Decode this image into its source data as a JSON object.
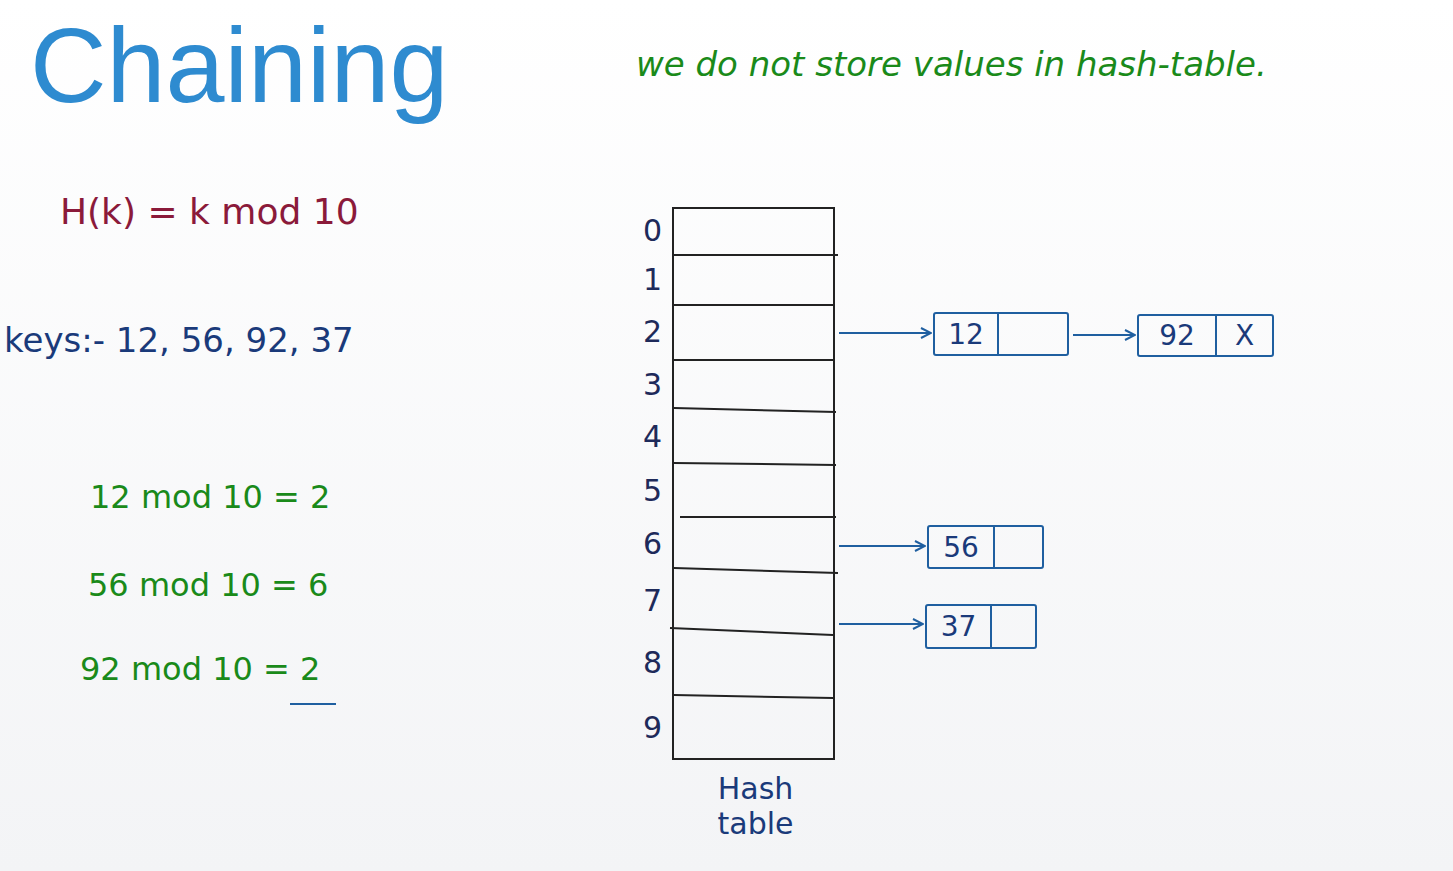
{
  "diagram": {
    "title": "Chaining",
    "nodes": [
      {
        "text": [
          "Hash table"
        ]
      },
      {
        "text": [
          "12"
        ]
      },
      {
        "text": [
          "92",
          "X"
        ]
      },
      {
        "text": [
          "56"
        ]
      },
      {
        "text": [
          "37"
        ]
      }
    ],
    "edges": [
      {
        "from": 0,
        "to": 1,
        "arrow": "to"
      },
      {
        "from": 1,
        "to": 2,
        "arrow": "to"
      },
      {
        "from": 0,
        "to": 3,
        "arrow": "to"
      },
      {
        "from": 0,
        "to": 4,
        "arrow": "to"
      }
    ],
    "labels": [
      "we do not store values in hash-table.",
      "H(k) = k mod 10",
      "keys:- 12, 56, 92, 37",
      "12 mod 10 = 2",
      "56 mod 10 = 6",
      "92 mod 10 = 2",
      "0",
      "1",
      "2",
      "3",
      "4",
      "5",
      "6",
      "7",
      "8",
      "9"
    ]
  }
}
